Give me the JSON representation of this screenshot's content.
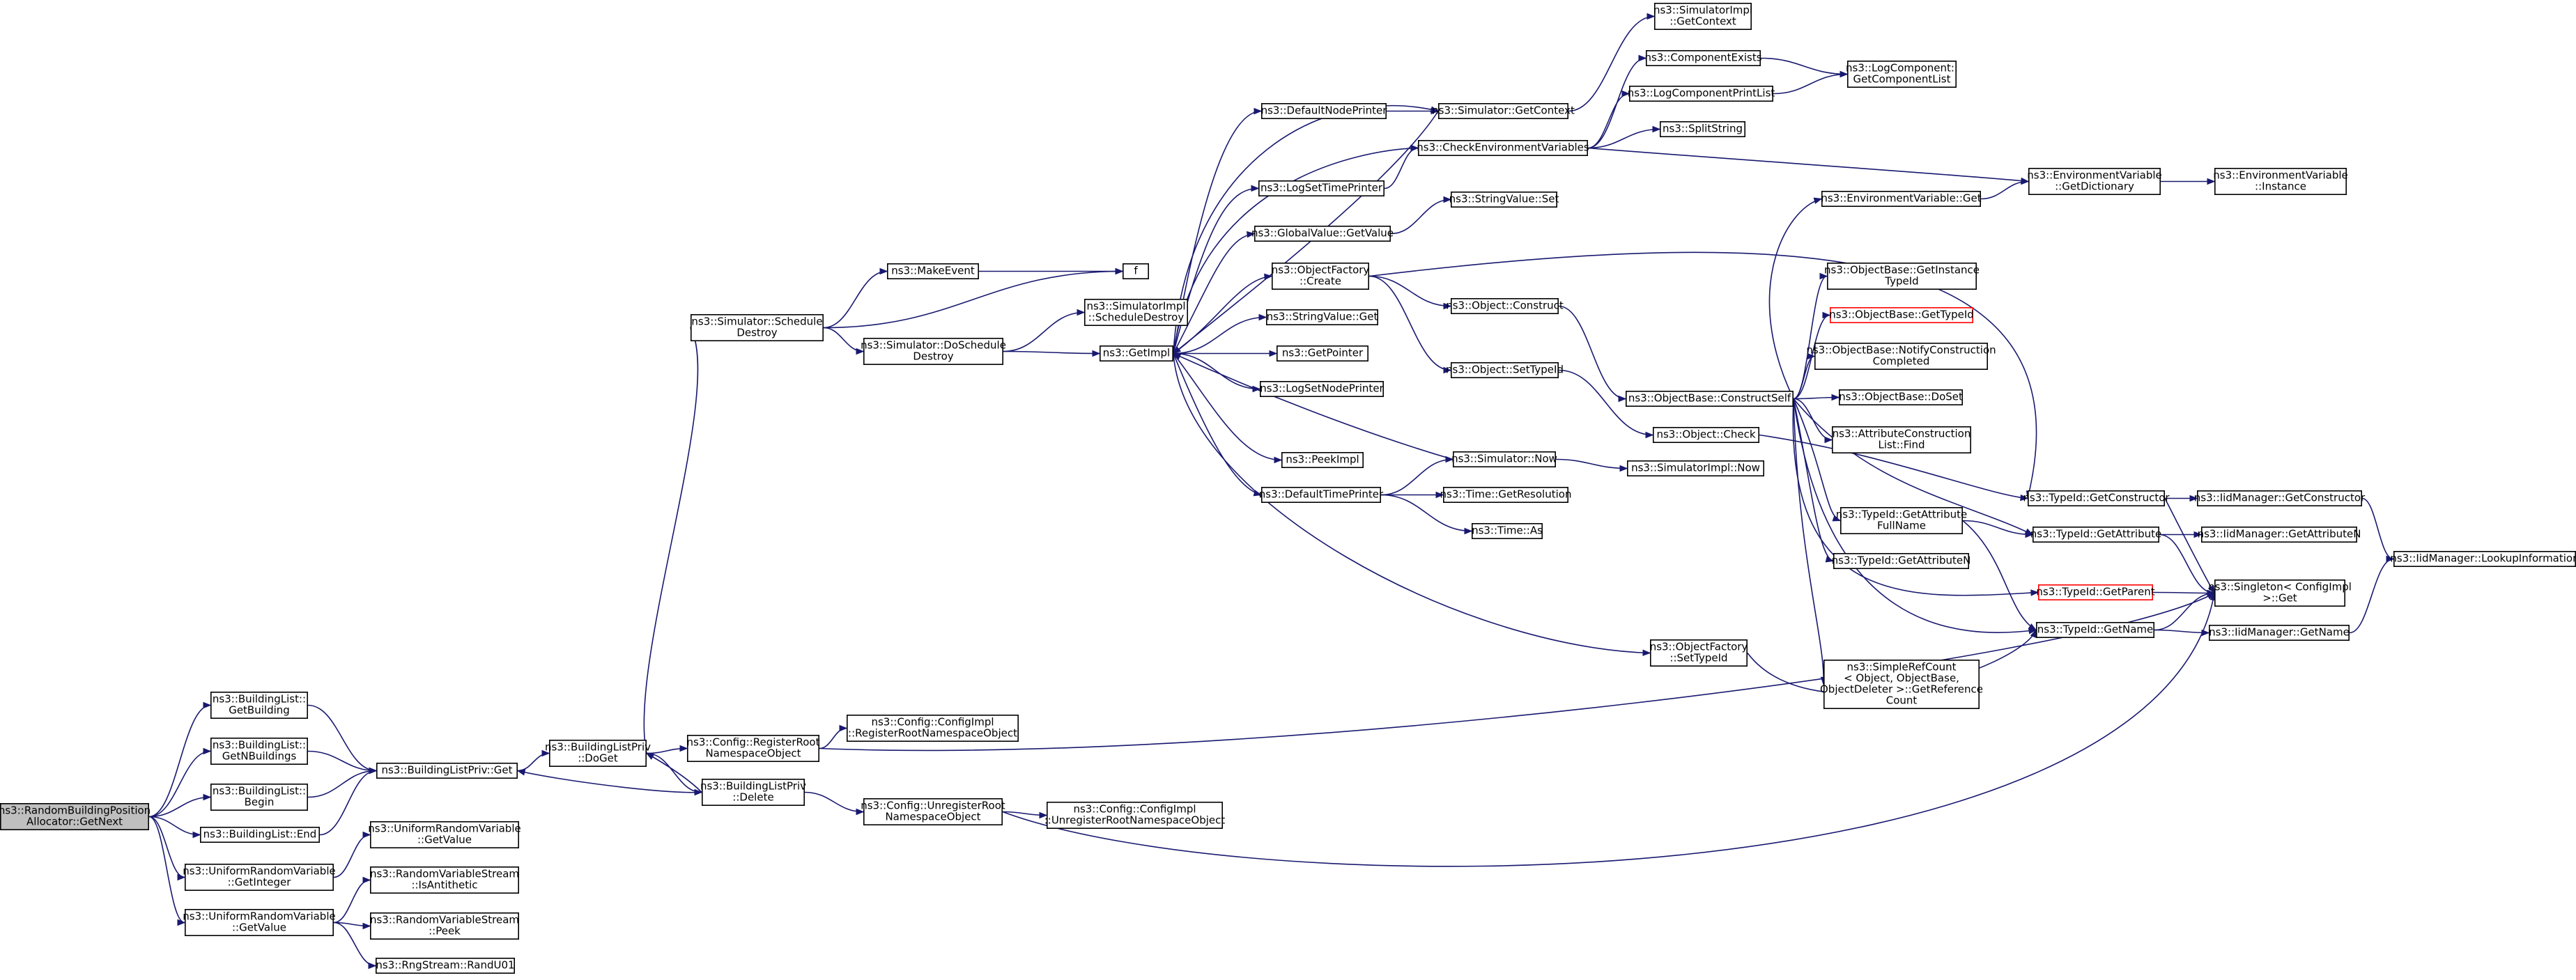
{
  "diagram": {
    "type": "call-graph",
    "nodes": [
      {
        "id": "root",
        "lines": [
          "ns3::RandomBuildingPosition",
          "Allocator::GetNext"
        ],
        "root": true
      },
      {
        "id": "bl_getbuilding",
        "lines": [
          "ns3::BuildingList::",
          "GetBuilding"
        ]
      },
      {
        "id": "bl_getn",
        "lines": [
          "ns3::BuildingList::",
          "GetNBuildings"
        ]
      },
      {
        "id": "bl_begin",
        "lines": [
          "ns3::BuildingList::",
          "Begin"
        ]
      },
      {
        "id": "bl_end",
        "lines": [
          "ns3::BuildingList::End"
        ]
      },
      {
        "id": "urv_getint",
        "lines": [
          "ns3::UniformRandomVariable",
          "::GetInteger"
        ]
      },
      {
        "id": "urv_getval1",
        "lines": [
          "ns3::UniformRandomVariable",
          "::GetValue"
        ]
      },
      {
        "id": "urv_getval2",
        "lines": [
          "ns3::UniformRandomVariable",
          "::GetValue"
        ]
      },
      {
        "id": "rvs_isanti",
        "lines": [
          "ns3::RandomVariableStream",
          "::IsAntithetic"
        ]
      },
      {
        "id": "rvs_peek",
        "lines": [
          "ns3::RandomVariableStream",
          "::Peek"
        ]
      },
      {
        "id": "rng_randu01",
        "lines": [
          "ns3::RngStream::RandU01"
        ]
      },
      {
        "id": "blp_get",
        "lines": [
          "ns3::BuildingListPriv::Get"
        ]
      },
      {
        "id": "blp_doget",
        "lines": [
          "ns3::BuildingListPriv",
          "::DoGet"
        ]
      },
      {
        "id": "cfg_regroot",
        "lines": [
          "ns3::Config::RegisterRoot",
          "NamespaceObject"
        ]
      },
      {
        "id": "blp_delete",
        "lines": [
          "ns3::BuildingListPriv",
          "::Delete"
        ]
      },
      {
        "id": "cfgimpl_reg",
        "lines": [
          "ns3::Config::ConfigImpl",
          "::RegisterRootNamespaceObject"
        ]
      },
      {
        "id": "cfg_unreg",
        "lines": [
          "ns3::Config::UnregisterRoot",
          "NamespaceObject"
        ]
      },
      {
        "id": "cfgimpl_unreg",
        "lines": [
          "ns3::Config::ConfigImpl",
          "::UnregisterRootNamespaceObject"
        ]
      },
      {
        "id": "sim_schedestroy",
        "lines": [
          "ns3::Simulator::Schedule",
          "Destroy"
        ]
      },
      {
        "id": "makeevent",
        "lines": [
          "ns3::MakeEvent"
        ]
      },
      {
        "id": "f",
        "lines": [
          "f"
        ]
      },
      {
        "id": "sim_doschedestroy",
        "lines": [
          "ns3::Simulator::DoSchedule",
          "Destroy"
        ]
      },
      {
        "id": "simimpl_schedestroy",
        "lines": [
          "ns3::SimulatorImpl",
          "::ScheduleDestroy"
        ]
      },
      {
        "id": "getimpl",
        "lines": [
          "ns3::GetImpl"
        ]
      },
      {
        "id": "defnodeprinter",
        "lines": [
          "ns3::DefaultNodePrinter"
        ]
      },
      {
        "id": "logsettimeprinter",
        "lines": [
          "ns3::LogSetTimePrinter"
        ]
      },
      {
        "id": "gv_getvalue",
        "lines": [
          "ns3::GlobalValue::GetValue"
        ]
      },
      {
        "id": "objfactory_create",
        "lines": [
          "ns3::ObjectFactory",
          "::Create"
        ]
      },
      {
        "id": "sv_get",
        "lines": [
          "ns3::StringValue::Get"
        ]
      },
      {
        "id": "getpointer",
        "lines": [
          "ns3::GetPointer"
        ]
      },
      {
        "id": "logsetnodeprinter",
        "lines": [
          "ns3::LogSetNodePrinter"
        ]
      },
      {
        "id": "peekimpl",
        "lines": [
          "ns3::PeekImpl"
        ]
      },
      {
        "id": "deftimeprinter",
        "lines": [
          "ns3::DefaultTimePrinter"
        ]
      },
      {
        "id": "sim_getcontext",
        "lines": [
          "ns3::Simulator::GetContext"
        ]
      },
      {
        "id": "simimpl_getcontext",
        "lines": [
          "ns3::SimulatorImpl",
          "::GetContext"
        ]
      },
      {
        "id": "checkenv",
        "lines": [
          "ns3::CheckEnvironmentVariables"
        ]
      },
      {
        "id": "sv_set",
        "lines": [
          "ns3::StringValue::Set"
        ]
      },
      {
        "id": "obj_construct",
        "lines": [
          "ns3::Object::Construct"
        ]
      },
      {
        "id": "obj_settypeid",
        "lines": [
          "ns3::Object::SetTypeId"
        ]
      },
      {
        "id": "sim_now",
        "lines": [
          "ns3::Simulator::Now"
        ]
      },
      {
        "id": "time_getres",
        "lines": [
          "ns3::Time::GetResolution"
        ]
      },
      {
        "id": "time_as",
        "lines": [
          "ns3::Time::As"
        ]
      },
      {
        "id": "objfactory_settypeid",
        "lines": [
          "ns3::ObjectFactory",
          "::SetTypeId"
        ]
      },
      {
        "id": "compexists",
        "lines": [
          "ns3::ComponentExists"
        ]
      },
      {
        "id": "logcompprintlist",
        "lines": [
          "ns3::LogComponentPrintList"
        ]
      },
      {
        "id": "splitstring",
        "lines": [
          "ns3::SplitString"
        ]
      },
      {
        "id": "logcomp_getlist",
        "lines": [
          "ns3::LogComponent::",
          "GetComponentList"
        ]
      },
      {
        "id": "envvar_get",
        "lines": [
          "ns3::EnvironmentVariable::Get"
        ]
      },
      {
        "id": "envvar_getdict",
        "lines": [
          "ns3::EnvironmentVariable",
          "::GetDictionary"
        ]
      },
      {
        "id": "envvar_instance",
        "lines": [
          "ns3::EnvironmentVariable",
          "::Instance"
        ]
      },
      {
        "id": "ob_constructself",
        "lines": [
          "ns3::ObjectBase::ConstructSelf"
        ]
      },
      {
        "id": "obj_check",
        "lines": [
          "ns3::Object::Check"
        ]
      },
      {
        "id": "simimpl_now",
        "lines": [
          "ns3::SimulatorImpl::Now"
        ]
      },
      {
        "id": "ob_getinstancetypeid",
        "lines": [
          "ns3::ObjectBase::GetInstance",
          "TypeId"
        ]
      },
      {
        "id": "ob_gettypeid",
        "lines": [
          "ns3::ObjectBase::GetTypeId"
        ],
        "red": true
      },
      {
        "id": "ob_notify",
        "lines": [
          "ns3::ObjectBase::NotifyConstruction",
          "Completed"
        ]
      },
      {
        "id": "ob_doset",
        "lines": [
          "ns3::ObjectBase::DoSet"
        ]
      },
      {
        "id": "attrconstr_find",
        "lines": [
          "ns3::AttributeConstruction",
          "List::Find"
        ]
      },
      {
        "id": "tid_getattrfullname",
        "lines": [
          "ns3::TypeId::GetAttribute",
          "FullName"
        ]
      },
      {
        "id": "tid_getattrn",
        "lines": [
          "ns3::TypeId::GetAttributeN"
        ]
      },
      {
        "id": "simplerefcount",
        "lines": [
          "ns3::SimpleRefCount",
          "< Object, ObjectBase,",
          "ObjectDeleter >::GetReference",
          "Count"
        ]
      },
      {
        "id": "tid_getconstructor",
        "lines": [
          "ns3::TypeId::GetConstructor"
        ]
      },
      {
        "id": "tid_getattribute",
        "lines": [
          "ns3::TypeId::GetAttribute"
        ]
      },
      {
        "id": "tid_getparent",
        "lines": [
          "ns3::TypeId::GetParent"
        ],
        "red": true
      },
      {
        "id": "tid_getname",
        "lines": [
          "ns3::TypeId::GetName"
        ]
      },
      {
        "id": "iid_getconstructor",
        "lines": [
          "ns3::IidManager::GetConstructor"
        ]
      },
      {
        "id": "iid_getattributen",
        "lines": [
          "ns3::IidManager::GetAttributeN"
        ]
      },
      {
        "id": "singleton_get",
        "lines": [
          "ns3::Singleton< ConfigImpl",
          ">::Get"
        ]
      },
      {
        "id": "iid_getname",
        "lines": [
          "ns3::IidManager::GetName"
        ]
      },
      {
        "id": "iid_lookup",
        "lines": [
          "ns3::IidManager::LookupInformation"
        ]
      }
    ],
    "edges": [
      [
        "root",
        "bl_getbuilding"
      ],
      [
        "root",
        "bl_getn"
      ],
      [
        "root",
        "bl_begin"
      ],
      [
        "root",
        "bl_end"
      ],
      [
        "root",
        "urv_getint"
      ],
      [
        "root",
        "urv_getval2"
      ],
      [
        "bl_getbuilding",
        "blp_get"
      ],
      [
        "bl_getn",
        "blp_get"
      ],
      [
        "bl_begin",
        "blp_get"
      ],
      [
        "bl_end",
        "blp_get"
      ],
      [
        "urv_getint",
        "urv_getval1"
      ],
      [
        "urv_getval2",
        "rvs_isanti"
      ],
      [
        "urv_getval2",
        "rvs_peek"
      ],
      [
        "urv_getval2",
        "rng_randu01"
      ],
      [
        "blp_get",
        "blp_doget"
      ],
      [
        "blp_doget",
        "cfg_regroot"
      ],
      [
        "blp_doget",
        "blp_delete"
      ],
      [
        "blp_doget",
        "sim_schedestroy"
      ],
      [
        "blp_delete",
        "blp_doget"
      ],
      [
        "blp_delete",
        "blp_get"
      ],
      [
        "blp_delete",
        "cfg_unreg"
      ],
      [
        "cfg_regroot",
        "cfgimpl_reg"
      ],
      [
        "cfg_regroot",
        "singleton_get"
      ],
      [
        "cfg_unreg",
        "cfgimpl_unreg"
      ],
      [
        "cfg_unreg",
        "singleton_get"
      ],
      [
        "sim_schedestroy",
        "makeevent"
      ],
      [
        "sim_schedestroy",
        "f"
      ],
      [
        "sim_schedestroy",
        "sim_doschedestroy"
      ],
      [
        "makeevent",
        "f"
      ],
      [
        "sim_doschedestroy",
        "simimpl_schedestroy"
      ],
      [
        "sim_doschedestroy",
        "getimpl"
      ],
      [
        "getimpl",
        "defnodeprinter"
      ],
      [
        "getimpl",
        "logsettimeprinter"
      ],
      [
        "getimpl",
        "gv_getvalue"
      ],
      [
        "getimpl",
        "objfactory_create"
      ],
      [
        "getimpl",
        "sv_get"
      ],
      [
        "getimpl",
        "getpointer"
      ],
      [
        "getimpl",
        "logsetnodeprinter"
      ],
      [
        "getimpl",
        "peekimpl"
      ],
      [
        "getimpl",
        "deftimeprinter"
      ],
      [
        "getimpl",
        "sim_getcontext"
      ],
      [
        "getimpl",
        "checkenv"
      ],
      [
        "getimpl",
        "objfactory_settypeid"
      ],
      [
        "defnodeprinter",
        "sim_getcontext"
      ],
      [
        "sim_getcontext",
        "getimpl"
      ],
      [
        "sim_getcontext",
        "simimpl_getcontext"
      ],
      [
        "logsettimeprinter",
        "checkenv"
      ],
      [
        "checkenv",
        "compexists"
      ],
      [
        "checkenv",
        "logcompprintlist"
      ],
      [
        "checkenv",
        "splitstring"
      ],
      [
        "checkenv",
        "envvar_getdict"
      ],
      [
        "compexists",
        "logcomp_getlist"
      ],
      [
        "logcompprintlist",
        "logcomp_getlist"
      ],
      [
        "gv_getvalue",
        "sv_set"
      ],
      [
        "objfactory_create",
        "obj_construct"
      ],
      [
        "objfactory_create",
        "obj_settypeid"
      ],
      [
        "objfactory_create",
        "tid_getconstructor"
      ],
      [
        "obj_construct",
        "ob_constructself"
      ],
      [
        "obj_settypeid",
        "obj_check"
      ],
      [
        "deftimeprinter",
        "sim_now"
      ],
      [
        "deftimeprinter",
        "time_getres"
      ],
      [
        "deftimeprinter",
        "time_as"
      ],
      [
        "sim_now",
        "getimpl"
      ],
      [
        "sim_now",
        "simimpl_now"
      ],
      [
        "objfactory_settypeid",
        "tid_getname"
      ],
      [
        "envvar_get",
        "envvar_getdict"
      ],
      [
        "envvar_getdict",
        "envvar_instance"
      ],
      [
        "ob_constructself",
        "envvar_get"
      ],
      [
        "ob_constructself",
        "ob_getinstancetypeid"
      ],
      [
        "ob_constructself",
        "ob_gettypeid"
      ],
      [
        "ob_constructself",
        "ob_notify"
      ],
      [
        "ob_constructself",
        "ob_doset"
      ],
      [
        "ob_constructself",
        "attrconstr_find"
      ],
      [
        "ob_constructself",
        "tid_getattrfullname"
      ],
      [
        "ob_constructself",
        "tid_getattrn"
      ],
      [
        "ob_constructself",
        "simplerefcount"
      ],
      [
        "ob_constructself",
        "tid_getattribute"
      ],
      [
        "ob_constructself",
        "tid_getparent"
      ],
      [
        "ob_constructself",
        "tid_getname"
      ],
      [
        "obj_check",
        "tid_getconstructor"
      ],
      [
        "tid_getattrfullname",
        "tid_getattribute"
      ],
      [
        "tid_getattrfullname",
        "tid_getname"
      ],
      [
        "tid_getconstructor",
        "iid_getconstructor"
      ],
      [
        "tid_getconstructor",
        "singleton_get"
      ],
      [
        "tid_getattribute",
        "iid_getattributen"
      ],
      [
        "tid_getattribute",
        "singleton_get"
      ],
      [
        "tid_getparent",
        "singleton_get"
      ],
      [
        "tid_getname",
        "singleton_get"
      ],
      [
        "tid_getname",
        "iid_getname"
      ],
      [
        "iid_getconstructor",
        "iid_lookup"
      ],
      [
        "iid_getname",
        "iid_lookup"
      ]
    ]
  }
}
